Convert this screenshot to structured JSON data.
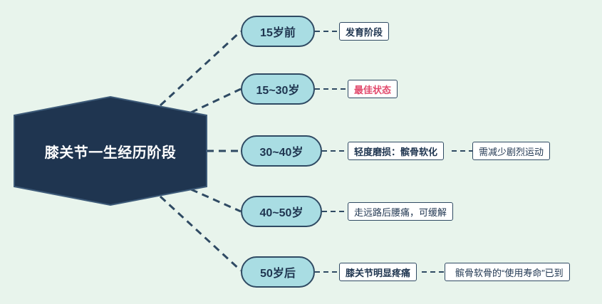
{
  "root": {
    "label": "膝关节一生经历阶段"
  },
  "stages": [
    {
      "label": "15岁前",
      "notes": [
        {
          "text": "发育阶段",
          "style": "bold"
        }
      ]
    },
    {
      "label": "15~30岁",
      "notes": [
        {
          "text": "最佳状态",
          "style": "highlight"
        }
      ]
    },
    {
      "label": "30~40岁",
      "notes": [
        {
          "text": "轻度磨损：髌骨软化",
          "style": "bold"
        },
        {
          "text": "需减少剧烈运动",
          "style": "normal"
        }
      ]
    },
    {
      "label": "40~50岁",
      "notes": [
        {
          "text": "走远路后腰痛，可缓解",
          "style": "normal"
        }
      ]
    },
    {
      "label": "50岁后",
      "notes": [
        {
          "text": "膝关节明显疼痛",
          "style": "bold"
        },
        {
          "text": "髌骨软骨的“使用寿命”已到",
          "style": "normal"
        }
      ]
    }
  ],
  "colors": {
    "root_fill": "#1f3550",
    "stage_fill": "#a9dde3",
    "connector": "#2f4a63",
    "highlight_text": "#e24a6d",
    "background": "#e8f4ec"
  }
}
